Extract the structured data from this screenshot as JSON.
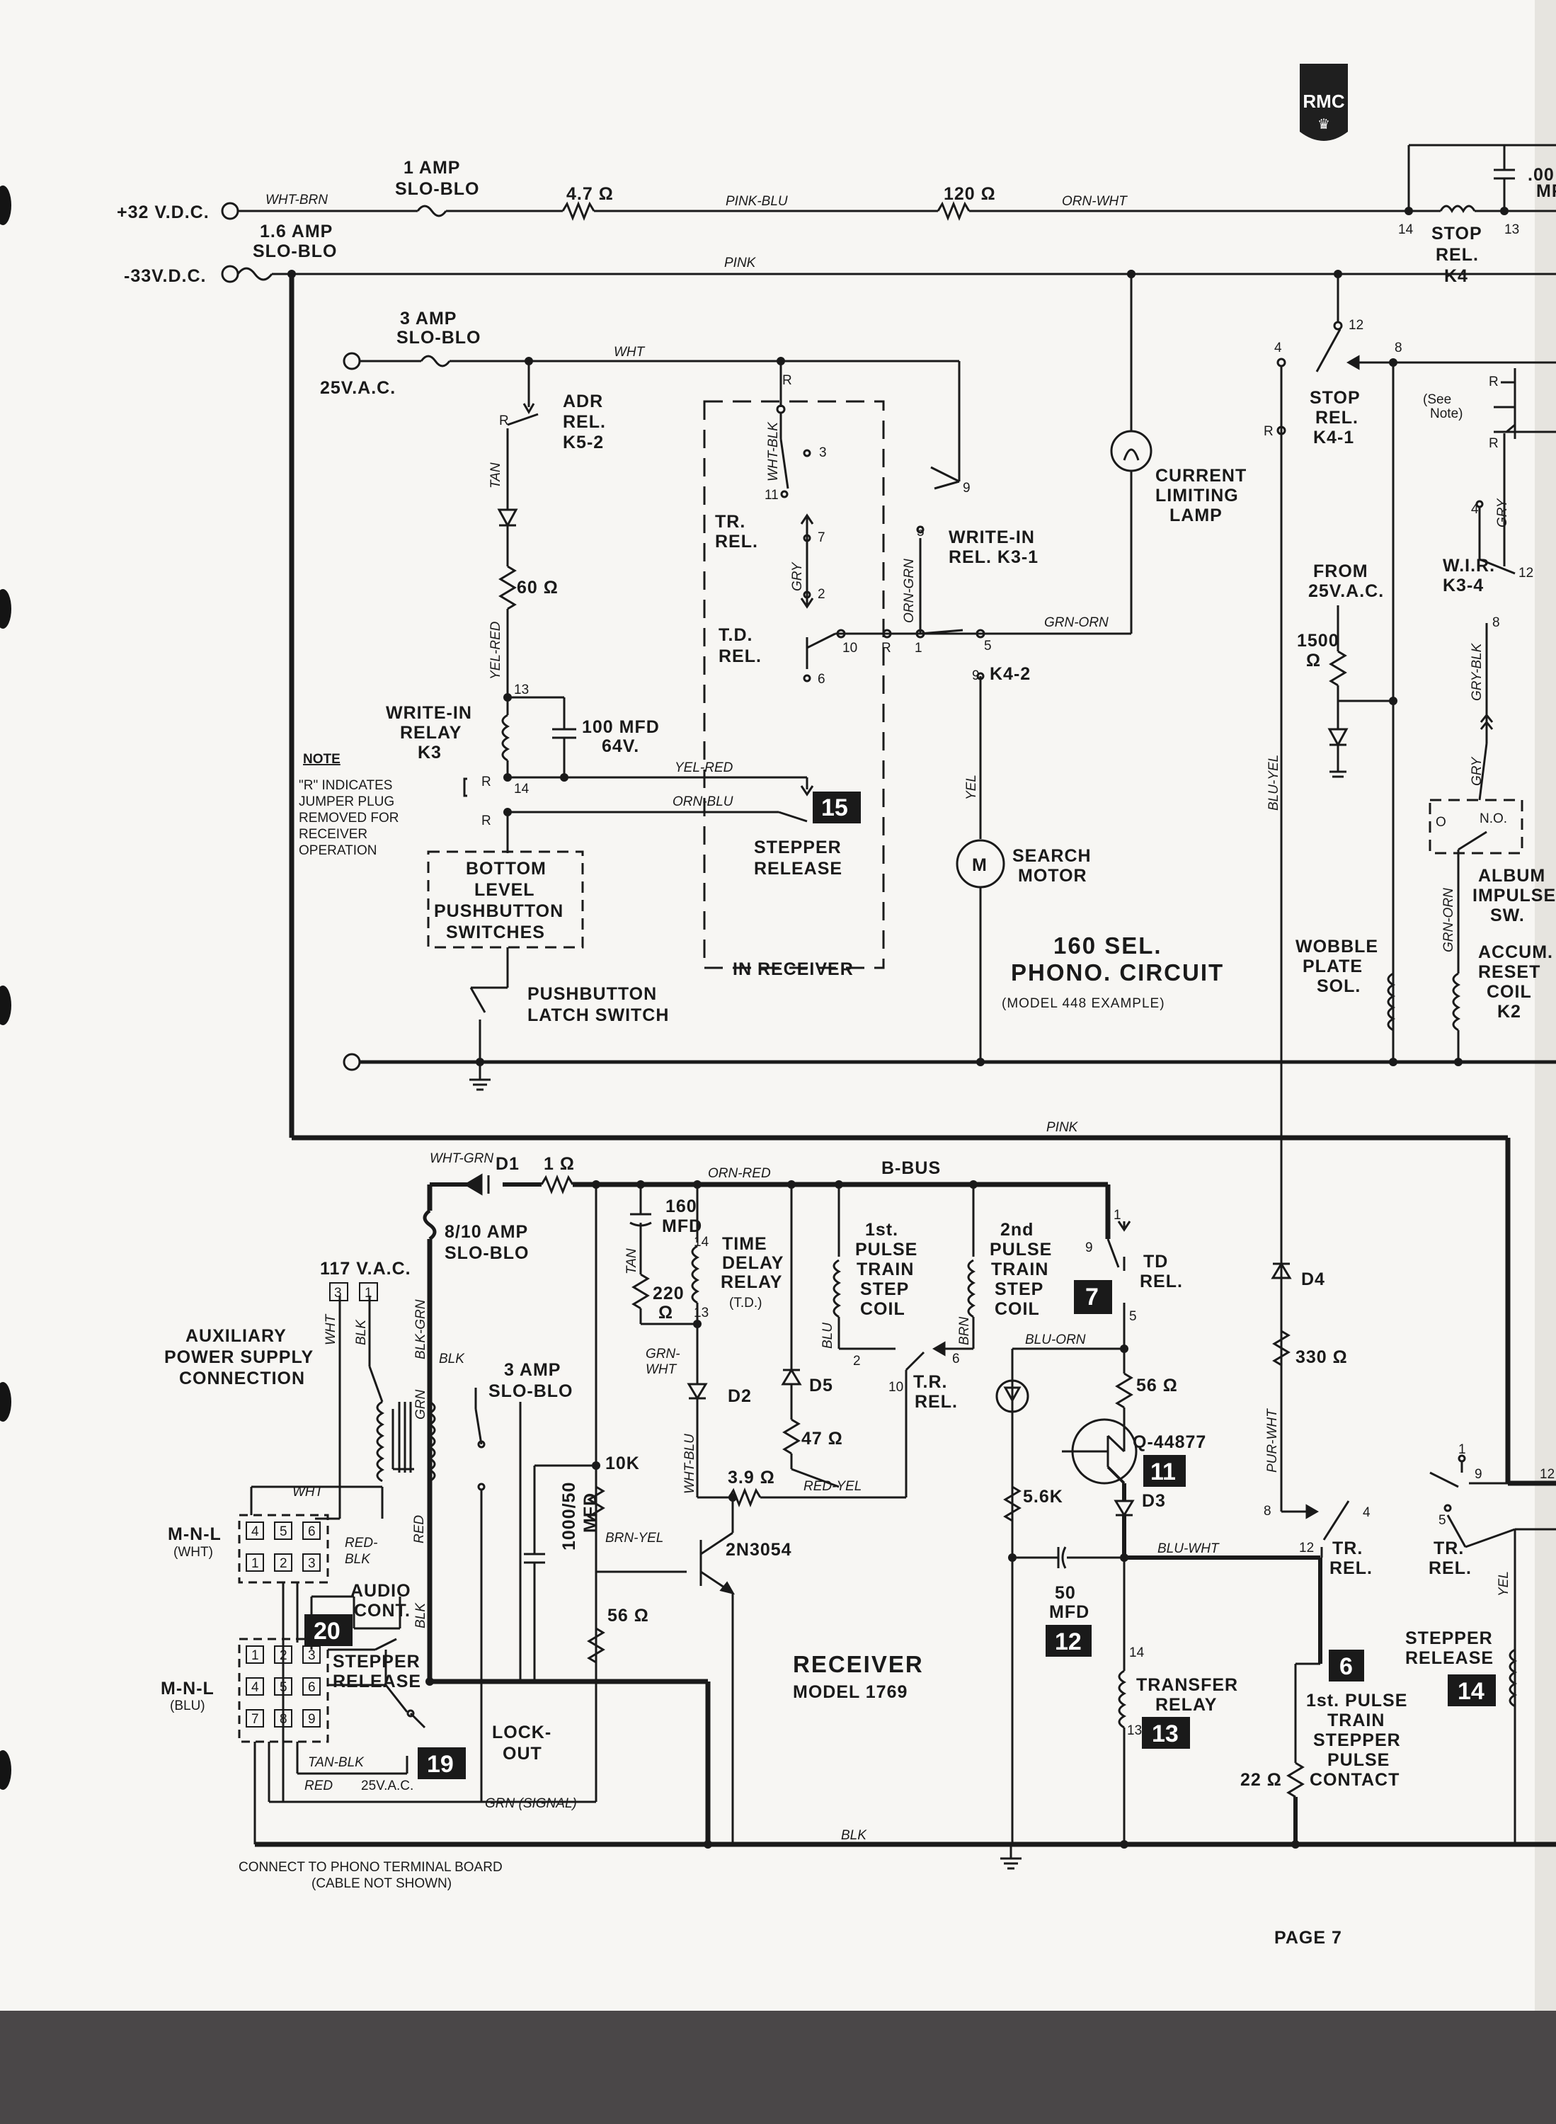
{
  "logo": {
    "text": "RMC"
  },
  "top_rail": {
    "pos_supply": "+32 V.D.C.",
    "neg_supply": "-33V.D.C.",
    "fuse1": "1 AMP",
    "fuse1_type": "SLO-BLO",
    "fuse2": "1.6 AMP",
    "fuse2_type": "SLO-BLO",
    "wire_wht_brn": "WHT-BRN",
    "res1": "4.7 Ω",
    "wire_pink_blu": "PINK-BLU",
    "res2": "120 Ω",
    "wire_orn_wht": "ORN-WHT",
    "wire_pink": "PINK",
    "stop_rel": [
      "STOP",
      "REL.",
      "K4"
    ],
    "cap_partial": [
      ".00",
      "MF"
    ],
    "pin14": "14",
    "pin13": "13"
  },
  "phono": {
    "fuse3": "3 AMP",
    "fuse3_type": "SLO-BLO",
    "ac_source": "25V.A.C.",
    "wire_wht": "WHT",
    "adr_rel": [
      "ADR",
      "REL.",
      "K5-2"
    ],
    "wire_tan": "TAN",
    "res_60": "60 Ω",
    "wire_yel_red": "YEL-RED",
    "write_in_relay": [
      "WRITE-IN",
      "RELAY",
      "K3"
    ],
    "cap_100": [
      "100 MFD",
      "64V."
    ],
    "note_title": "NOTE",
    "note_lines": [
      "\"R\" INDICATES",
      "JUMPER PLUG",
      "REMOVED FOR",
      "RECEIVER",
      "OPERATION"
    ],
    "wire_yel_red2": "YEL-RED",
    "wire_orn_blu": "ORN-BLU",
    "bottom_level": [
      "BOTTOM",
      "LEVEL",
      "PUSHBUTTON",
      "SWITCHES"
    ],
    "pushbutton_latch": [
      "PUSHBUTTON",
      "LATCH SWITCH"
    ],
    "in_receiver": "IN RECEIVER",
    "tr_rel": [
      "TR.",
      "REL."
    ],
    "td_rel": [
      "T.D.",
      "REL."
    ],
    "wire_wht_blk": "WHT-BLK",
    "wire_gry": "GRY",
    "wire_orn_grn": "ORN-GRN",
    "write_in_rel_k31": [
      "WRITE-IN",
      "REL. K3-1"
    ],
    "k4_2": "K4-2",
    "wire_grn_orn": "GRN-ORN",
    "current_lamp": [
      "CURRENT",
      "LIMITING",
      "LAMP"
    ],
    "wire_yel": "YEL",
    "search_motor": [
      "SEARCH",
      "MOTOR"
    ],
    "motor_symbol": "M",
    "stepper_release": [
      "STEPPER",
      "RELEASE"
    ],
    "title": [
      "160 SEL.",
      "PHONO. CIRCUIT",
      "(MODEL 448 EXAMPLE)"
    ],
    "stop_rel_k41": [
      "STOP",
      "REL.",
      "K4-1"
    ],
    "see_note": [
      "(See",
      "Note)"
    ],
    "from_25vac": [
      "FROM",
      "25V.A.C."
    ],
    "res_1500": [
      "1500",
      "Ω"
    ],
    "wir_k34": [
      "W.I.R.",
      "K3-4"
    ],
    "wire_blu_yel": "BLU-YEL",
    "wire_gry_blk": "GRY-BLK",
    "wire_grn_orn2": "GRN-ORN",
    "album_impulse": [
      "ALBUM",
      "IMPULSE",
      "SW."
    ],
    "no_label": "N.O.",
    "o_label": "O",
    "accum_reset": [
      "ACCUM.",
      "RESET",
      "COIL",
      "K2"
    ],
    "wobble_plate": [
      "WOBBLE",
      "PLATE",
      "SOL."
    ],
    "pins": {
      "r": "R",
      "p3": "3",
      "p11": "11",
      "p7": "7",
      "p2": "2",
      "p6": "6",
      "p10": "10",
      "p1": "1",
      "p5": "5",
      "p9": "9",
      "p13": "13",
      "p14": "14",
      "p4": "4",
      "p12": "12",
      "p8": "8"
    }
  },
  "receiver": {
    "wire_pink": "PINK",
    "wire_wht_grn": "WHT-GRN",
    "d1": "D1",
    "res_1": "1 Ω",
    "wire_orn_red": "ORN-RED",
    "b_bus": "B-BUS",
    "fuse_810": [
      "8/10 AMP",
      "SLO-BLO"
    ],
    "cap_160": [
      "160",
      "MFD"
    ],
    "wire_tan": "TAN",
    "res_220": [
      "220",
      "Ω"
    ],
    "wire_grn_wht": [
      "GRN-",
      "WHT"
    ],
    "time_delay": [
      "TIME",
      "DELAY",
      "RELAY",
      "(T.D.)"
    ],
    "pulse1": [
      "1st.",
      "PULSE",
      "TRAIN",
      "STEP",
      "COIL"
    ],
    "pulse2": [
      "2nd",
      "PULSE",
      "TRAIN",
      "STEP",
      "COIL"
    ],
    "td_rel": [
      "TD",
      "REL."
    ],
    "tr_rel": [
      "T.R.",
      "REL."
    ],
    "wire_blu": "BLU",
    "wire_brn": "BRN",
    "d2": "D2",
    "d5": "D5",
    "res_47": "47 Ω",
    "res_39": "3.9 Ω",
    "wire_red_yel": "RED-YEL",
    "wire_wht_blu": "WHT-BLU",
    "wire_blu_orn": "BLU-ORN",
    "res_56a": "56 Ω",
    "transistor": "Q-44877",
    "d3": "D3",
    "res_56k": "5.6K",
    "cap_50": [
      "50",
      "MFD"
    ],
    "wire_blu_wht": "BLU-WHT",
    "transfer_relay": [
      "TRANSFER",
      "RELAY"
    ],
    "res_22": "22 Ω",
    "pulse_contact": [
      "1st. PULSE",
      "TRAIN",
      "STEPPER",
      "PULSE",
      "CONTACT"
    ],
    "d4": "D4",
    "res_330": "330 Ω",
    "wire_pur_wht": "PUR-WHT",
    "tr_rel2": [
      "TR.",
      "REL."
    ],
    "tr_rel3": [
      "TR.",
      "REL."
    ],
    "stepper_release": [
      "STEPPER",
      "RELEASE"
    ],
    "wire_yel": "YEL",
    "ac117": "117 V.A.C.",
    "wire_wht": "WHT",
    "wire_blk": "BLK",
    "wire_blk_grn": "BLK-GRN",
    "wire_grn": "GRN",
    "wire_blk2": "BLK",
    "fuse3": [
      "3 AMP",
      "SLO-BLO"
    ],
    "aux_power": [
      "AUXILIARY",
      "POWER SUPPLY",
      "CONNECTION"
    ],
    "res_10k": "10K",
    "cap_1000": [
      "1000/50",
      "MFD"
    ],
    "wire_brn_yel": "BRN-YEL",
    "transistor2": "2N3054",
    "res_56b": "56 Ω",
    "mnl_wht": [
      "M-N-L",
      "(WHT)"
    ],
    "mnl_blu": [
      "M-N-L",
      "(BLU)"
    ],
    "wire_wht2": "WHT",
    "wire_red_blk": [
      "RED-",
      "BLK"
    ],
    "wire_red": "RED",
    "audio_cont": [
      "AUDIO",
      "CONT."
    ],
    "stepper_release2": [
      "STEPPER",
      "RELEASE"
    ],
    "lockout": [
      "LOCK-",
      "OUT"
    ],
    "wire_tan_blk": "TAN-BLK",
    "wire_red2": "RED",
    "v25": "25V.A.C.",
    "grn_signal": "GRN (SIGNAL)",
    "wire_blk3": "BLK",
    "title": "RECEIVER",
    "model": "MODEL 1769",
    "connect_note": [
      "CONNECT TO PHONO TERMINAL BOARD",
      "(CABLE NOT SHOWN)"
    ],
    "pins": {
      "p14": "14",
      "p13": "13",
      "p2": "2",
      "p6": "6",
      "p10": "10",
      "p1": "1",
      "p9": "9",
      "p5": "5",
      "p8": "8",
      "p4": "4",
      "p12": "12"
    },
    "plug_top": [
      "4",
      "5",
      "6",
      "1",
      "2",
      "3"
    ],
    "plug_bot": [
      "1",
      "2",
      "3",
      "4",
      "5",
      "6",
      "7",
      "8",
      "9"
    ],
    "plug_top_wires": [
      "117 V.A.C."
    ],
    "ac_pins": [
      "3",
      "1"
    ]
  },
  "tags": [
    "15",
    "7",
    "11",
    "12",
    "13",
    "6",
    "14",
    "20",
    "19"
  ],
  "page_footer": "PAGE 7"
}
